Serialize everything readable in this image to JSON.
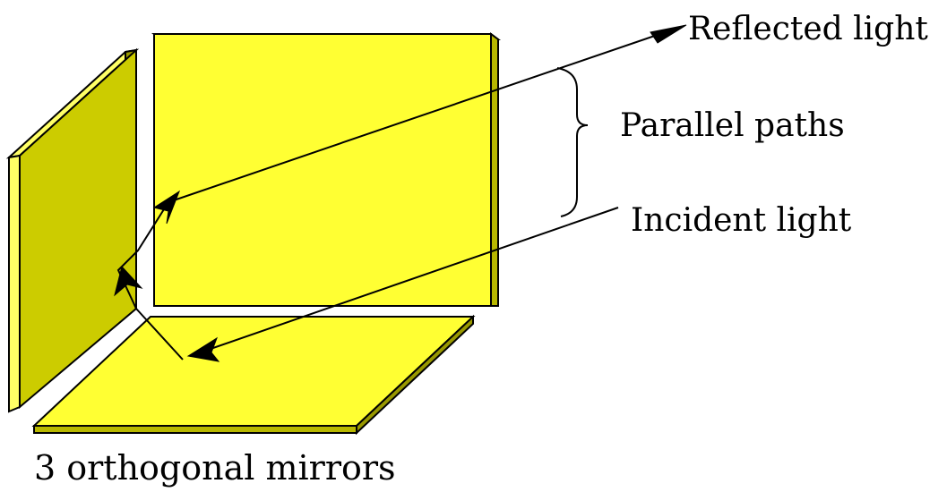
{
  "labels": {
    "reflected": "Reflected light",
    "parallel": "Parallel paths",
    "incident": "Incident light",
    "caption": "3 orthogonal mirrors"
  },
  "colors": {
    "mirror_left_face": "#CCCC00",
    "mirror_left_edge": "#FFFF66",
    "mirror_back_face": "#FFFF33",
    "mirror_back_edge": "#B8B800",
    "mirror_floor_face": "#FFFF33",
    "mirror_floor_edge": "#B8B800",
    "line": "#000000"
  },
  "icons": {
    "arrowhead": "arrowhead-icon",
    "brace": "curly-brace-icon"
  }
}
